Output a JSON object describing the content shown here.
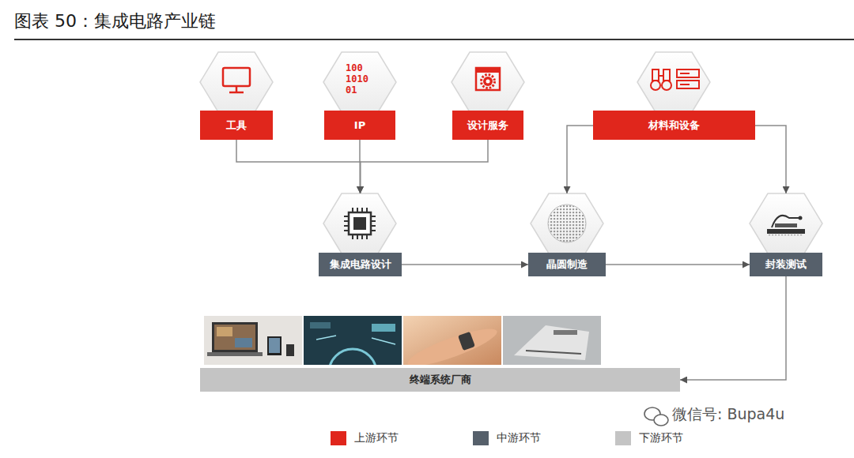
{
  "diagram": {
    "title": "图表 50：集成电路产业链",
    "nodes": [
      {
        "text": [
          "工具"
        ]
      },
      {
        "text": [
          "IP"
        ]
      },
      {
        "text": [
          "设计服务"
        ]
      },
      {
        "text": [
          "材料和设备"
        ]
      },
      {
        "text": [
          "集成电路设计"
        ]
      },
      {
        "text": [
          "晶圆制造"
        ]
      },
      {
        "text": [
          "封装测试"
        ]
      },
      {
        "text": [
          "终端系统厂商"
        ]
      }
    ],
    "edges": [
      {
        "from": 0,
        "to": 4,
        "arrow": "to"
      },
      {
        "from": 1,
        "to": 4,
        "arrow": "to"
      },
      {
        "from": 2,
        "to": 4,
        "arrow": "to"
      },
      {
        "from": 3,
        "to": 5,
        "arrow": "to"
      },
      {
        "from": 3,
        "to": 6,
        "arrow": "to"
      },
      {
        "from": 4,
        "to": 5,
        "arrow": "to"
      },
      {
        "from": 5,
        "to": 6,
        "arrow": "to"
      },
      {
        "from": 6,
        "to": 7,
        "arrow": "to"
      }
    ],
    "labels": [
      "100",
      "1010",
      "01",
      "微信号: Bupa4u"
    ],
    "legend": [
      {
        "text": "上游环节",
        "color": "#e0261c"
      },
      {
        "text": "中游环节",
        "color": "#56606b"
      },
      {
        "text": "下游环节",
        "color": "#c4c4c4"
      }
    ]
  }
}
